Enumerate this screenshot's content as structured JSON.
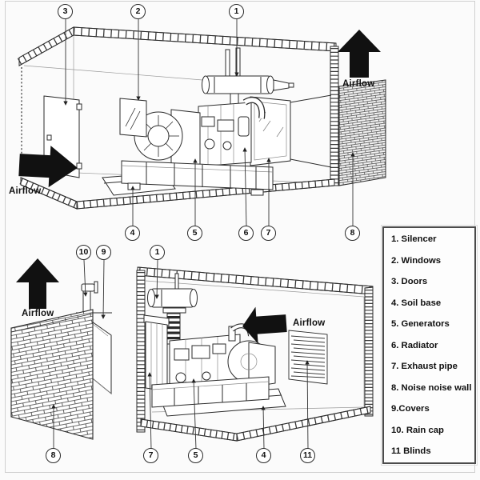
{
  "legend": {
    "items": [
      "1. Silencer",
      "2. Windows",
      "3. Doors",
      "4. Soil base",
      "5. Generators",
      "6. Radiator",
      "7. Exhaust pipe",
      "8. Noise noise wall",
      "9.Covers",
      "10. Rain cap",
      "11 Blinds"
    ]
  },
  "top_diagram": {
    "airflow_in": "Airflow",
    "airflow_out": "Airflow",
    "callouts": [
      "3",
      "2",
      "1",
      "4",
      "5",
      "6",
      "7",
      "8"
    ]
  },
  "bottom_diagram": {
    "airflow_in": "Airflow",
    "airflow_out": "Airflow",
    "callouts": [
      "10",
      "9",
      "1",
      "8",
      "7",
      "5",
      "4",
      "11"
    ]
  },
  "colors": {
    "line": "#2b2b2b",
    "arrow": "#111111",
    "background": "#fbfbfb"
  }
}
